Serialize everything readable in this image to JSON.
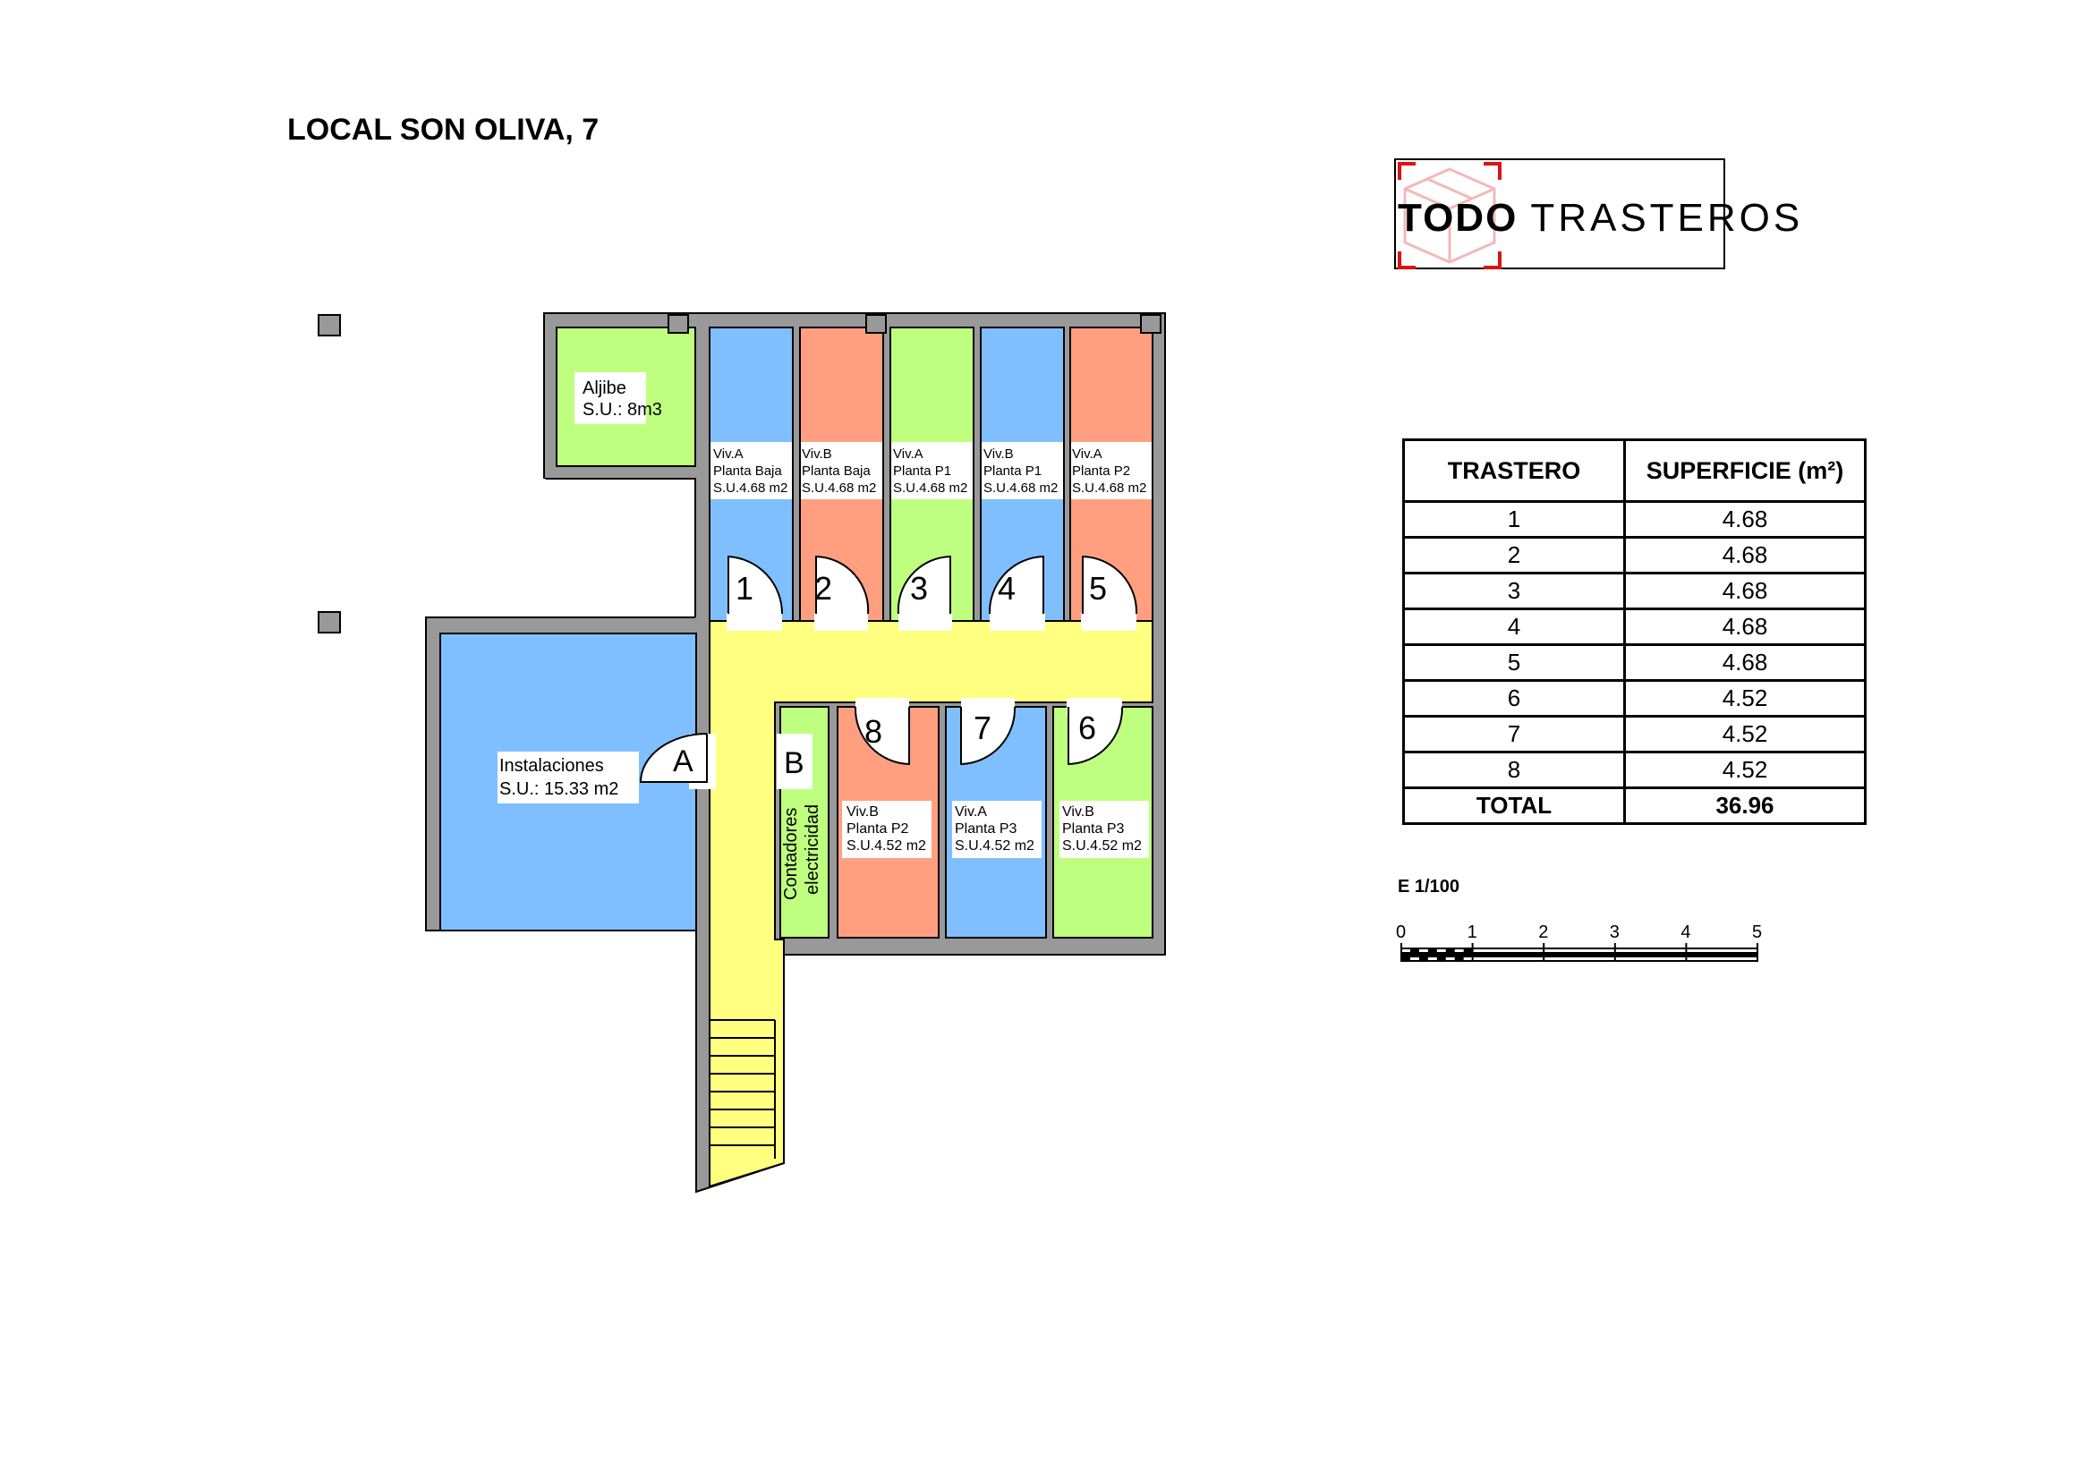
{
  "title": "LOCAL SON OLIVA, 7",
  "logo": {
    "bold": "TODO",
    "light": "TRASTEROS"
  },
  "table": {
    "headers": [
      "TRASTERO",
      "SUPERFICIE (m²)"
    ],
    "rows": [
      {
        "id": "1",
        "area": "4.68"
      },
      {
        "id": "2",
        "area": "4.68"
      },
      {
        "id": "3",
        "area": "4.68"
      },
      {
        "id": "4",
        "area": "4.68"
      },
      {
        "id": "5",
        "area": "4.68"
      },
      {
        "id": "6",
        "area": "4.52"
      },
      {
        "id": "7",
        "area": "4.52"
      },
      {
        "id": "8",
        "area": "4.52"
      }
    ],
    "total_label": "TOTAL",
    "total_value": "36.96"
  },
  "scale": {
    "label": "E 1/100",
    "ticks": [
      "0",
      "1",
      "2",
      "3",
      "4",
      "5"
    ]
  },
  "colors": {
    "blue": "#80bfff",
    "salmon": "#ff9f80",
    "green": "#bfff80",
    "yellow": "#ffff80",
    "wall": "#999999"
  },
  "rooms": {
    "aljibe": {
      "name": "Aljibe",
      "su": "S.U.: 8m3"
    },
    "instalaciones": {
      "name": "Instalaciones",
      "su": "S.U.: 15.33 m2"
    },
    "contadores": [
      "Contadores",
      "electricidad"
    ],
    "doors": {
      "a": "A",
      "b": "B"
    },
    "storage": [
      {
        "num": "1",
        "viv": "Viv.A",
        "planta": "Planta Baja",
        "su": "S.U.4.68 m2",
        "color": "blue"
      },
      {
        "num": "2",
        "viv": "Viv.B",
        "planta": "Planta Baja",
        "su": "S.U.4.68 m2",
        "color": "salmon"
      },
      {
        "num": "3",
        "viv": "Viv.A",
        "planta": "Planta P1",
        "su": "S.U.4.68 m2",
        "color": "green"
      },
      {
        "num": "4",
        "viv": "Viv.B",
        "planta": "Planta P1",
        "su": "S.U.4.68 m2",
        "color": "blue"
      },
      {
        "num": "5",
        "viv": "Viv.A",
        "planta": "Planta P2",
        "su": "S.U.4.68 m2",
        "color": "salmon"
      },
      {
        "num": "6",
        "viv": "Viv.B",
        "planta": "Planta P3",
        "su": "S.U.4.52 m2",
        "color": "green"
      },
      {
        "num": "7",
        "viv": "Viv.A",
        "planta": "Planta P3",
        "su": "S.U.4.52 m2",
        "color": "blue"
      },
      {
        "num": "8",
        "viv": "Viv.B",
        "planta": "Planta P2",
        "su": "S.U.4.52 m2",
        "color": "salmon"
      }
    ]
  }
}
